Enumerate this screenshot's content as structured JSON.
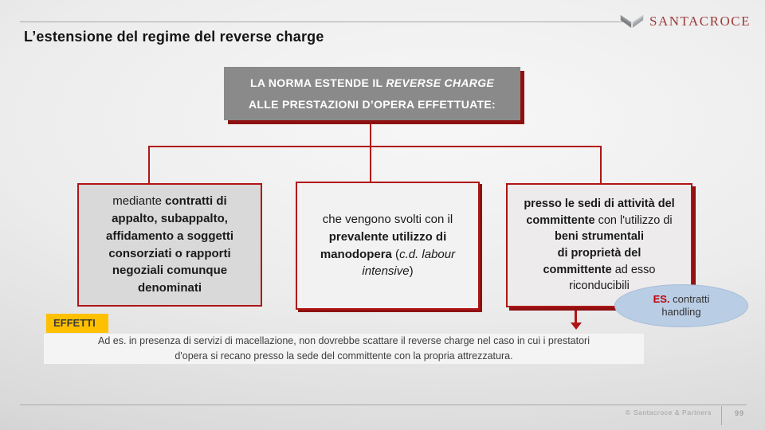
{
  "slide": {
    "title": "L’estensione del regime del reverse charge"
  },
  "brand": {
    "name": "SANTACROCE",
    "icon": "open-book-v-icon",
    "color": "#9d3a3a"
  },
  "headline_box": {
    "line1": [
      {
        "t": "LA NORMA ESTENDE IL "
      },
      {
        "t": "REVERSE CHARGE",
        "i": true
      }
    ],
    "line2": "ALLE PRESTAZIONI D’OPERA EFFETTUATE:"
  },
  "branch_boxes": {
    "left": {
      "segments": [
        {
          "t": "mediante "
        },
        {
          "t": "contratti di\nappalto, subappalto,\naffidamento a soggetti\nconsorziati o rapporti\nnegoziali comunque\ndenominati",
          "b": true
        }
      ]
    },
    "middle": {
      "segments": [
        {
          "t": "che vengono svolti con il\n"
        },
        {
          "t": "prevalente utilizzo di\nmanodopera",
          "b": true
        },
        {
          "t": " ("
        },
        {
          "t": "c.d. labour\nintensive",
          "i": true
        },
        {
          "t": ")"
        }
      ]
    },
    "right": {
      "segments": [
        {
          "t": "presso le sedi di attività del\ncommittente",
          "b": true
        },
        {
          "t": " con l'utilizzo di\n"
        },
        {
          "t": "beni strumentali\ndi proprietà del\ncommittente",
          "b": true
        },
        {
          "t": " ad esso\nriconducibili"
        }
      ]
    }
  },
  "callout": {
    "segments": [
      {
        "t": "ES.",
        "b": true,
        "c": "#c00000"
      },
      {
        "t": " contratti\nhandling"
      }
    ]
  },
  "effetti": {
    "label": "EFFETTI",
    "note": "Ad es. in presenza di servizi di macellazione, non dovrebbe scattare il reverse charge nel caso in cui i prestatori\nd'opera si recano presso la sede del committente con la propria attrezzatura."
  },
  "footer": {
    "copyright": "© Santacroce & Partners",
    "page": "99"
  },
  "colors": {
    "accent_red": "#b01515",
    "shadow_red": "#8e1010",
    "gray_box": "#8a8a8a",
    "effetti_yellow": "#ffc000",
    "callout_blue": "#b9cde5",
    "brand_red": "#9d3a3a"
  }
}
